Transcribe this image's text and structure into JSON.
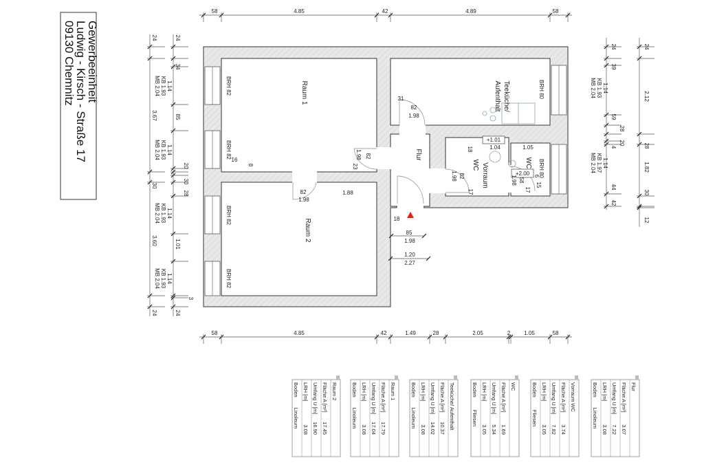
{
  "title_block": {
    "line1": "Gewerbeeinheit",
    "line2": "Ludwig - Kirsch - Straße 17",
    "line3": "09130 Chemnitz"
  },
  "rooms": {
    "raum1": "Raum 1",
    "raum2": "Raum 2",
    "kitchen1": "Teeküche/",
    "kitchen2": "Aufenthalt",
    "flur": "Flur",
    "vorraum1": "Vorraum",
    "vorraum2": "WC",
    "wc": "WC"
  },
  "sill_labels": [
    "BRH 82",
    "BRH 82",
    "BRH 82",
    "BRH 82",
    "BRH 80",
    "BRH 80"
  ],
  "door_labels": [
    "31",
    "82",
    "1.98",
    "82",
    "1.98",
    "23",
    "82",
    "1.98",
    "1.88",
    "16",
    "8",
    "+1.01",
    "1.04",
    "18",
    "1.05",
    "+2.00",
    "82",
    "1.98",
    "17",
    "58",
    "1.98",
    "17",
    "6",
    "15",
    "18",
    "85",
    "1.98",
    "1.20",
    "2.27"
  ],
  "dims": {
    "top": [
      "58",
      "4.85",
      "42",
      "4.89",
      "58"
    ],
    "bottom": [
      "58",
      "4.85",
      "42",
      "1.49",
      "28",
      "2.05",
      "2",
      "1.05",
      "58"
    ],
    "left_outer": [
      "24",
      "3.67",
      "30",
      "3.60",
      "24"
    ],
    "left_inner": [
      "24",
      "34",
      "1.14",
      "KB 1.93",
      "MB 2.04",
      "85",
      "1.14",
      "KB 1.93",
      "MB 2.04",
      "20",
      "30",
      "28",
      "1.14",
      "KB 1.93",
      "MB 2.04",
      "1.01",
      "1.14",
      "KB 1.93",
      "MB 2.04",
      "3",
      "24"
    ],
    "right_outer": [
      "24",
      "2.12",
      "28",
      "1.82",
      "30",
      "12"
    ],
    "right_inner": [
      "24",
      "39",
      "1.14",
      "KB 1.93",
      "MB 2.04",
      "59",
      "28",
      "20",
      "4",
      "1.14",
      "KB 1.97",
      "MB 2.04",
      "44",
      "42"
    ]
  },
  "row_labels": {
    "area": "Fläche A [m²]",
    "perimeter": "Umfang U [m]",
    "height": "LRH [m]",
    "floor": "Boden"
  },
  "room_tables": [
    {
      "name": "Raum 2",
      "area": "17.45",
      "perimeter": "16.90",
      "height": "3.08",
      "floor": "Linoleum"
    },
    {
      "name": "Raum 1",
      "area": "17.79",
      "perimeter": "17.04",
      "height": "3.08",
      "floor": "Linoleum"
    },
    {
      "name": "Teeküche/ Aufenthalt",
      "area": "10.37",
      "perimeter": "14.02",
      "height": "3.08",
      "floor": "Linoleum"
    },
    {
      "name": "WC",
      "area": "1.69",
      "perimeter": "5.34",
      "height": "3.05",
      "floor": "Fliesen"
    },
    {
      "name": "Vorraum WC",
      "area": "3.74",
      "perimeter": "7.82",
      "height": "3.05",
      "floor": "Fliesen"
    },
    {
      "name": "Flur",
      "area": "3.07",
      "perimeter": "7.22",
      "height": "3.08",
      "floor": "Linoleum"
    }
  ],
  "colors": {
    "marker": "#d9241c",
    "wall": "#e8e8e8"
  }
}
